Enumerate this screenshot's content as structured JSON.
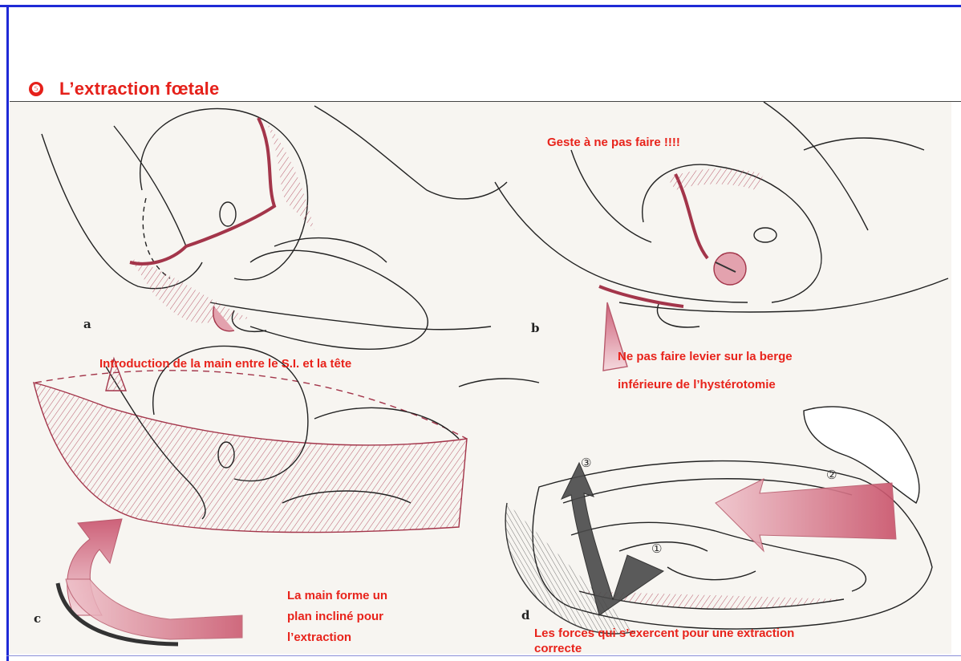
{
  "header": {
    "bullet": "❺",
    "title": "L’extraction fœtale"
  },
  "figure": {
    "panel_labels": {
      "a": "a",
      "b": "b",
      "c": "c",
      "d": "d"
    },
    "force_labels": [
      "③",
      "②",
      "①"
    ],
    "captions": {
      "panel_b_warning": "Geste à ne pas faire !!!!",
      "panel_a": "Introduction de la main entre le S.I. et la tête",
      "panel_b_line1": "Ne pas faire levier sur la berge",
      "panel_b_line2": "inférieure de l’hystérotomie",
      "panel_c_line1": "La main forme un",
      "panel_c_line2": "plan incliné pour",
      "panel_c_line3": "l’extraction",
      "panel_d_line1": "Les forces qui s’exercent pour une extraction",
      "panel_d_line2": "correcte"
    }
  },
  "colors": {
    "frame": "#1f2ad6",
    "title": "#e5201a",
    "caption": "#e8231b",
    "uterus_outline": "#a3354a",
    "arrow_pink": "#d26b80",
    "arrow_dark": "#444444"
  },
  "icons": {
    "bullet": "number-5-bullet-icon"
  }
}
